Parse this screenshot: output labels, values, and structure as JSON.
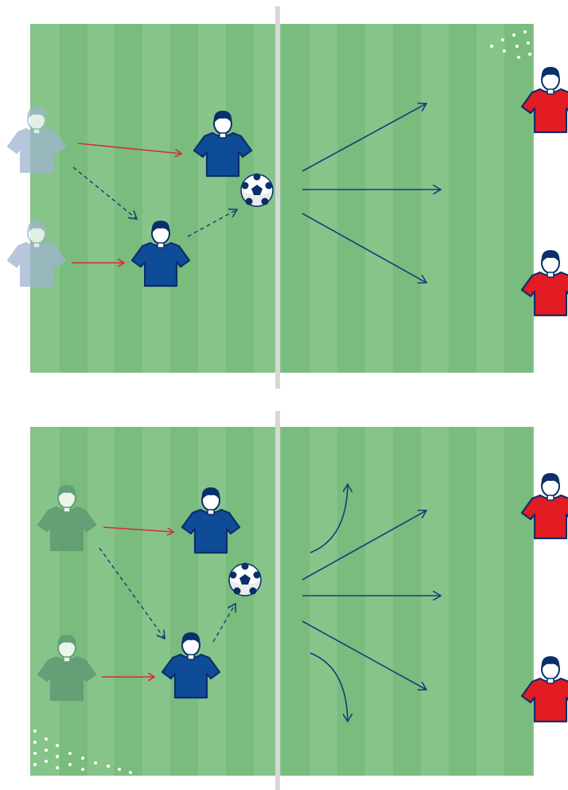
{
  "colors": {
    "pitch_light": "#86c48a",
    "pitch_dark": "#79bc7e",
    "center_line": "#d7d7d7",
    "team_blue": "#0f4c97",
    "team_blue_outline": "#0b2f6b",
    "team_red": "#e31b23",
    "ghost_blue": "#9fb5cf",
    "ghost_green": "#5f9a73",
    "movement_arrow": "#d32f2f",
    "pass_arrow": "#163d7a",
    "skin": "#ffffff",
    "hair": "#0b2f6b",
    "ball_white": "#ffffff",
    "ball_black": "#0b2f6b"
  },
  "icons": {
    "player": "jersey-player-icon",
    "ball": "soccer-ball-icon",
    "arrow": "arrow-icon"
  },
  "drills": [
    {
      "name": "drill-top",
      "players": {
        "ghosts": [
          "ghost-blue-1",
          "ghost-blue-2"
        ],
        "attackers": [
          "blue-player-1",
          "blue-player-2"
        ],
        "defenders": [
          "red-player-1",
          "red-player-2"
        ]
      }
    },
    {
      "name": "drill-bottom",
      "players": {
        "ghosts": [
          "ghost-green-1",
          "ghost-green-2"
        ],
        "attackers": [
          "blue-player-3",
          "blue-player-4"
        ],
        "defenders": [
          "red-player-3",
          "red-player-4"
        ]
      }
    }
  ]
}
